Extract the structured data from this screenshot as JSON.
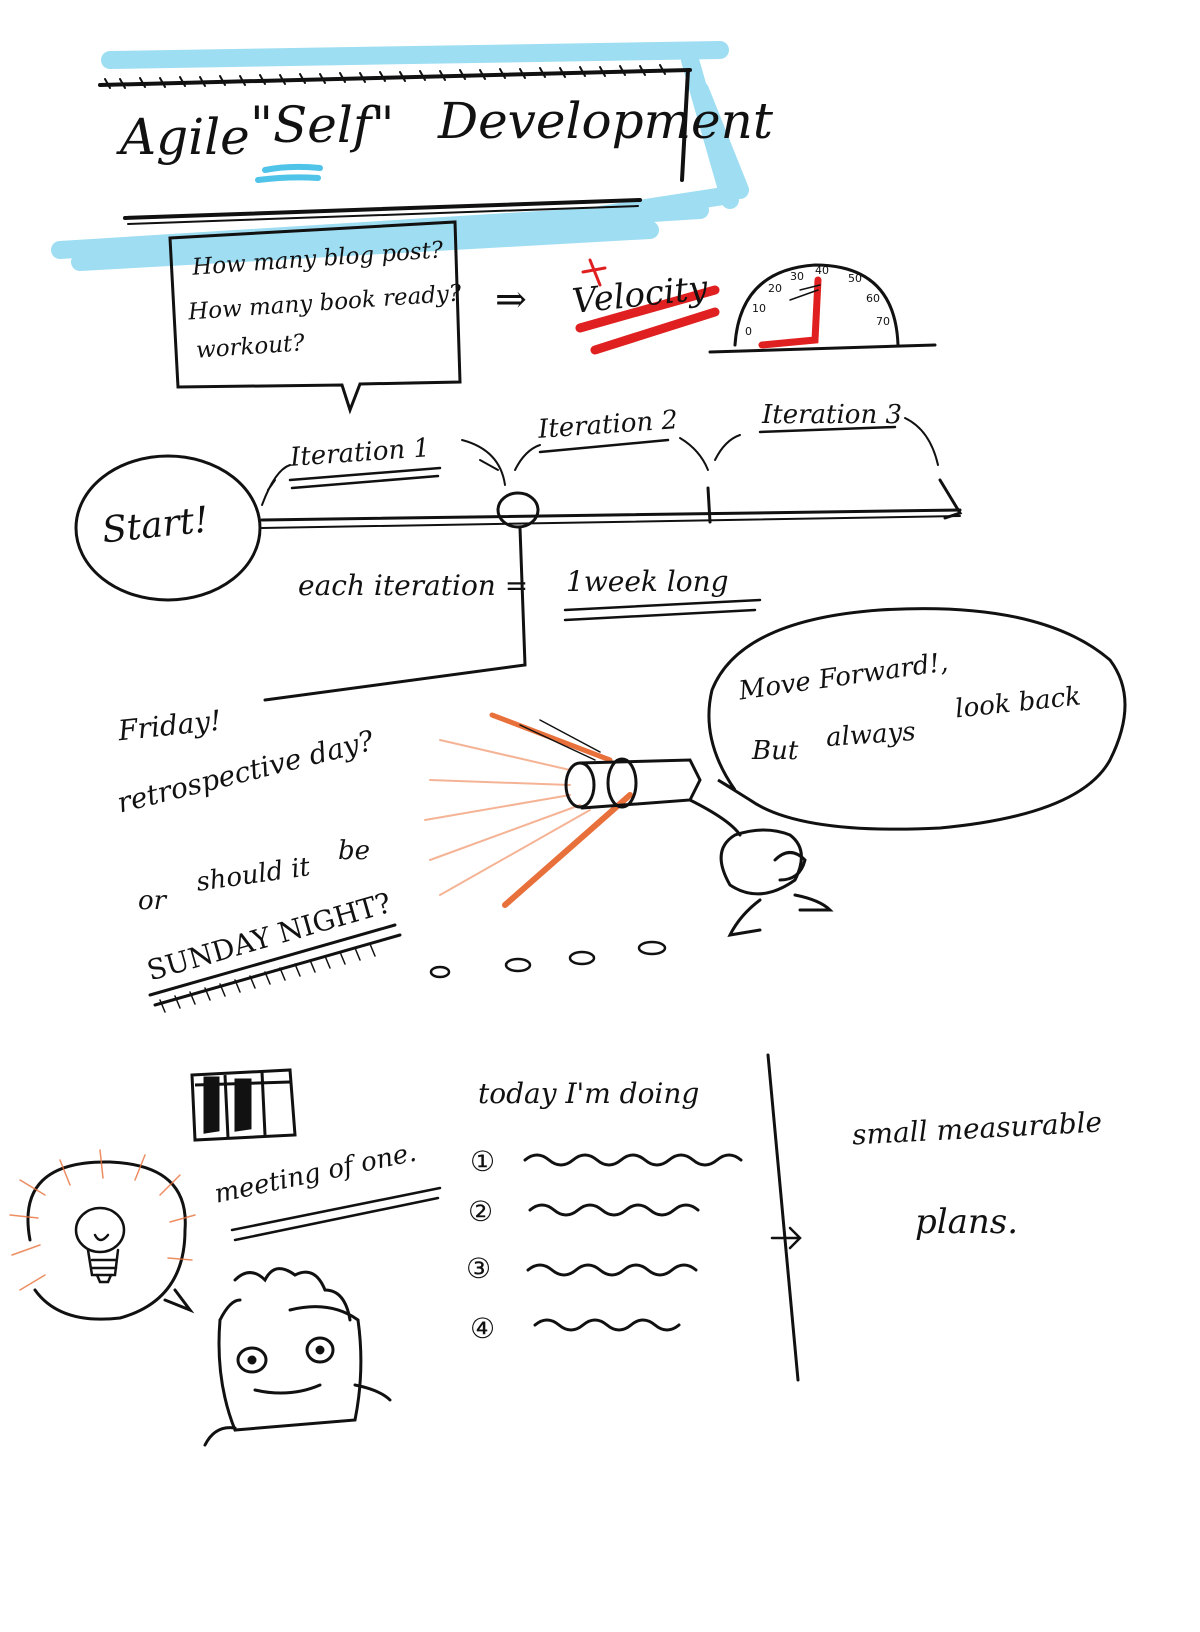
{
  "title": {
    "word1": "Agile",
    "word2": "\"Self\"",
    "word3": "Development"
  },
  "questions": [
    "How many blog post?",
    "How many book ready?",
    "workout?"
  ],
  "arrow": "⇒",
  "velocity": "Velocity",
  "speedometer": {
    "ticks": [
      "0",
      "10",
      "20",
      "30",
      "40",
      "50",
      "60",
      "70"
    ],
    "needle_color": "#e02020"
  },
  "timeline": {
    "start": "Start!",
    "iterations": [
      "Iteration 1",
      "Iteration 2",
      "Iteration 3"
    ],
    "length_prefix": "each iteration =",
    "length_value": "1week long"
  },
  "retro": {
    "line1": "Friday!",
    "line2": "retrospective day?",
    "line3_a": "or",
    "line3_b": "should it",
    "line3_c": "be",
    "line4": "SUNDAY NIGHT?"
  },
  "speech": {
    "line1": "Move Forward!,",
    "line2_a": "But",
    "line2_b": "always",
    "line2_c": "look back"
  },
  "meeting": "meeting of one.",
  "today": {
    "heading": "today I'm doing",
    "items": [
      "①",
      "②",
      "③",
      "④"
    ]
  },
  "plans": {
    "line1": "small measurable",
    "line2": "plans."
  },
  "colors": {
    "ink": "#111111",
    "highlight_blue": "#4fc3e8",
    "accent_red": "#e02020",
    "accent_orange": "#e8703a"
  }
}
